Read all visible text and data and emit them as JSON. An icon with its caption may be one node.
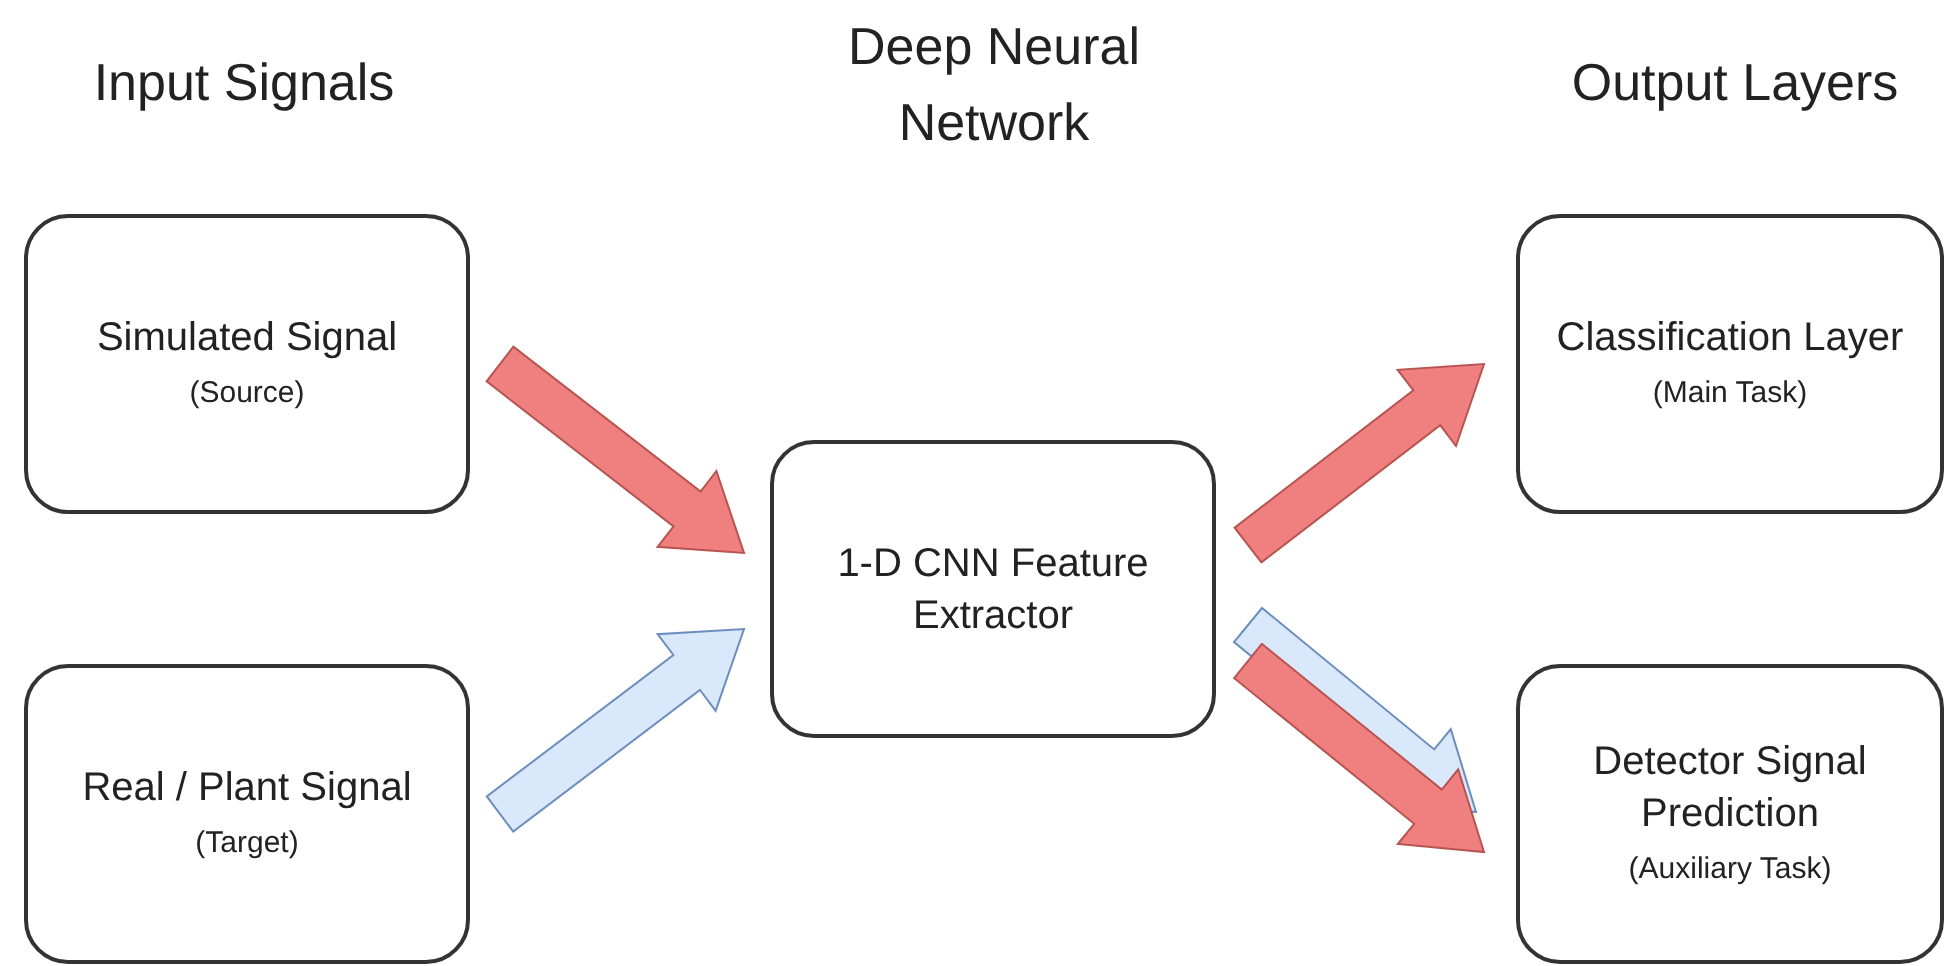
{
  "diagram": {
    "nodes": [
      {
        "text": [
          "Simulated Signal",
          "(Source)"
        ]
      },
      {
        "text": [
          "Real / Plant Signal",
          "(Target)"
        ]
      },
      {
        "text": [
          "1-D CNN Feature Extractor"
        ]
      },
      {
        "text": [
          "Classification Layer",
          "(Main Task)"
        ]
      },
      {
        "text": [
          "Detector Signal Prediction",
          "(Auxiliary Task)"
        ]
      }
    ],
    "edges": [
      {
        "from": 0,
        "to": 2,
        "arrow": "to"
      },
      {
        "from": 1,
        "to": 2,
        "arrow": "to",
        "color": "#dae8fc"
      },
      {
        "from": 2,
        "to": 3,
        "arrow": "to"
      },
      {
        "from": 2,
        "to": 4,
        "arrow": "to",
        "color": "#dae8fc"
      },
      {
        "from": 2,
        "to": 4,
        "arrow": "to"
      }
    ],
    "labels": [
      "Input Signals",
      "Deep Neural Network",
      "Output Layers"
    ]
  }
}
